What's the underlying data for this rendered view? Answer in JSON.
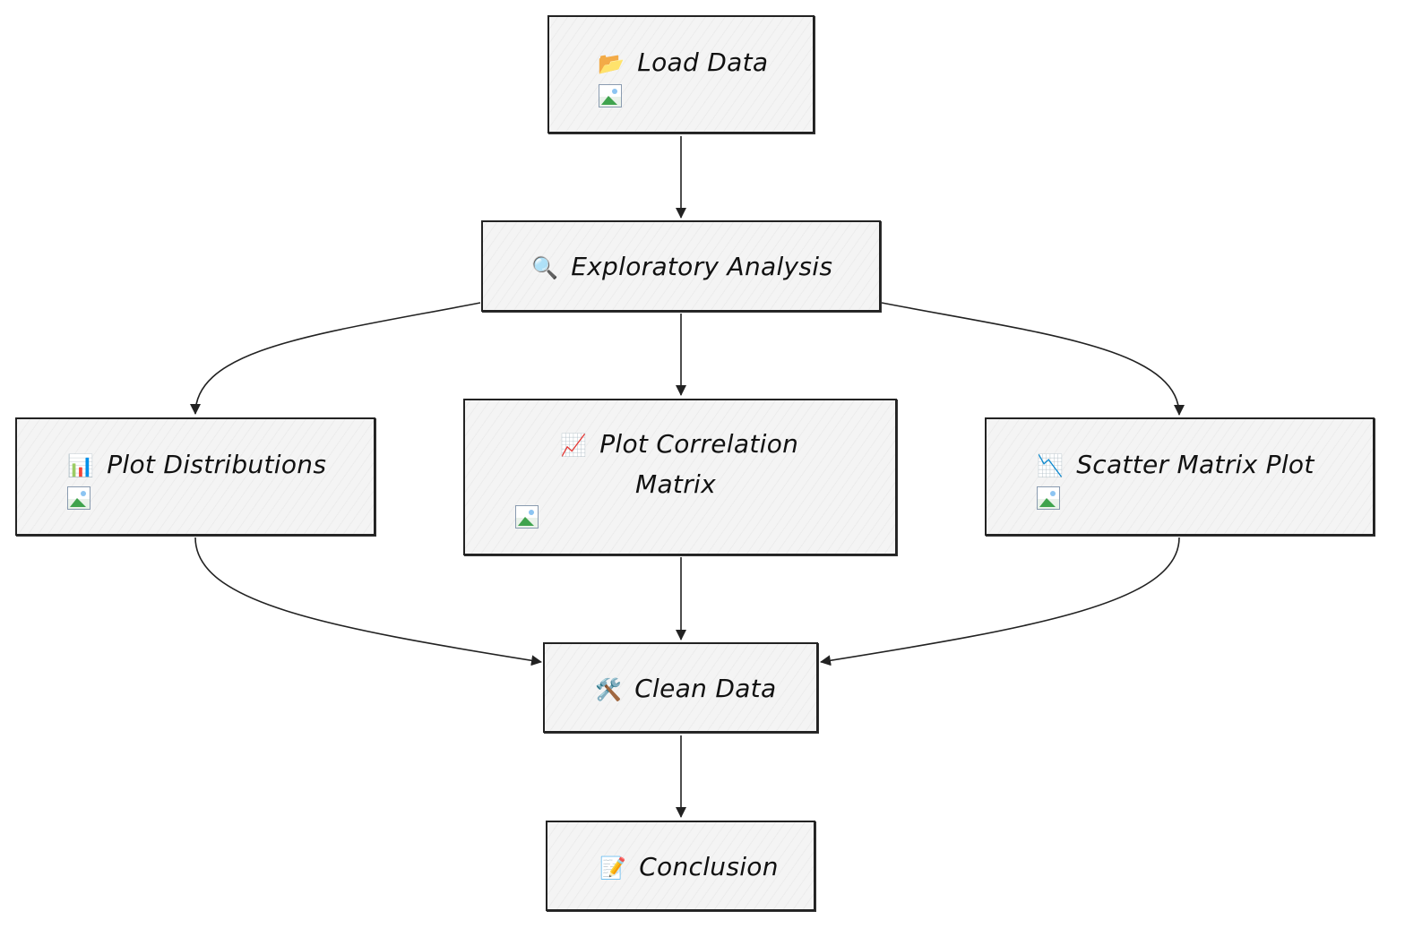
{
  "nodes": {
    "load_data": {
      "label": "Load Data",
      "icon": "open-folder-icon",
      "emoji": "📂"
    },
    "exploratory_analysis": {
      "label": "Exploratory Analysis",
      "icon": "magnifying-glass-icon",
      "emoji": "🔍"
    },
    "plot_distributions": {
      "label": "Plot Distributions",
      "icon": "bar-chart-icon",
      "emoji": "📊"
    },
    "plot_correlation_matrix": {
      "label_line1": "Plot Correlation",
      "label_line2": "Matrix",
      "icon": "chart-increasing-icon",
      "emoji": "📈"
    },
    "scatter_matrix_plot": {
      "label": "Scatter Matrix Plot",
      "icon": "chart-decreasing-icon",
      "emoji": "📉"
    },
    "clean_data": {
      "label": "Clean Data",
      "icon": "hammer-and-wrench-icon",
      "emoji": "🛠️"
    },
    "conclusion": {
      "label": "Conclusion",
      "icon": "memo-icon",
      "emoji": "📝"
    }
  },
  "edges": [
    [
      "Load Data",
      "Exploratory Analysis"
    ],
    [
      "Exploratory Analysis",
      "Plot Distributions"
    ],
    [
      "Exploratory Analysis",
      "Plot Correlation Matrix"
    ],
    [
      "Exploratory Analysis",
      "Scatter Matrix Plot"
    ],
    [
      "Plot Distributions",
      "Clean Data"
    ],
    [
      "Plot Correlation Matrix",
      "Clean Data"
    ],
    [
      "Scatter Matrix Plot",
      "Clean Data"
    ],
    [
      "Clean Data",
      "Conclusion"
    ]
  ],
  "colors": {
    "stroke": "#222222",
    "node_fill": "#f4f4f4",
    "text": "#111111"
  }
}
